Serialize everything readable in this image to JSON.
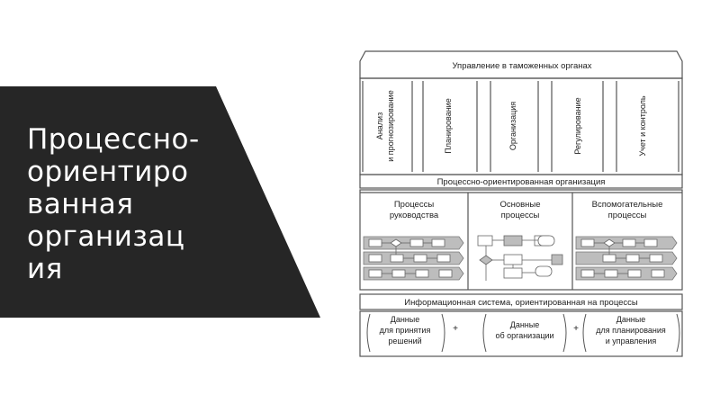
{
  "slide": {
    "title_lines": [
      "Процессно-",
      "ориентиро",
      "ванная",
      "организац",
      "ия"
    ]
  },
  "diagram": {
    "roof_label": "Управление в таможенных органах",
    "pillars": [
      [
        "Анализ",
        "и прогнозирование"
      ],
      [
        "Планирование"
      ],
      [
        "Организация"
      ],
      [
        "Регулирование"
      ],
      [
        "Учет и контроль"
      ]
    ],
    "band_label": "Процессно-ориентированная организация",
    "process_panels": [
      [
        "Процессы",
        "руководства"
      ],
      [
        "Основные",
        "процессы"
      ],
      [
        "Вспомогательные",
        "процессы"
      ]
    ],
    "info_system_label": "Информационная система, ориентированная на процессы",
    "data_blocks": [
      [
        "Данные",
        "для принятия",
        "решений"
      ],
      [
        "Данные",
        "об организации"
      ],
      [
        "Данные",
        "для планирования",
        "и управления"
      ]
    ],
    "plus_sign": "+"
  },
  "colors": {
    "banner": "#262626",
    "line": "#555555",
    "shape_fill": "#bdbdbd"
  }
}
